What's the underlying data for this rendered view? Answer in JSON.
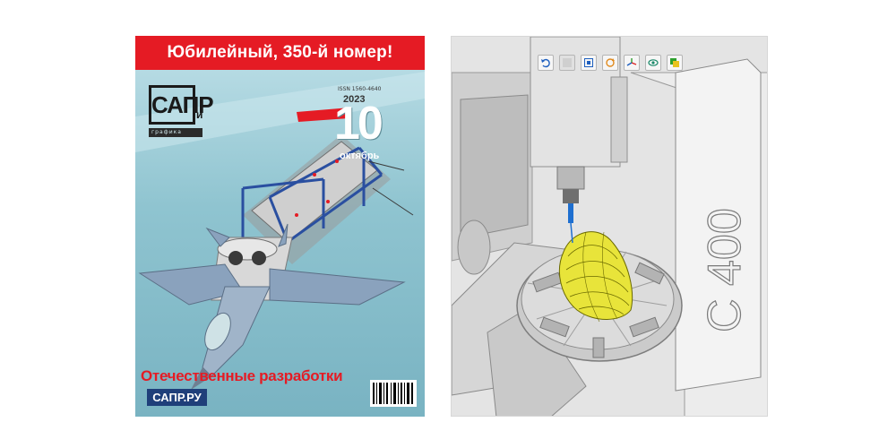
{
  "cover": {
    "banner": "Юбилейный, 350-й номер!",
    "logo_main": "САПР",
    "logo_i": "и",
    "logo_sub": "графика",
    "issn": "ISSN 1560-4640",
    "year": "2023",
    "issue_number": "10",
    "month": "октябрь",
    "headline": "Отечественные разработки",
    "site": "САПР.РУ",
    "colors": {
      "banner": "#e51b24",
      "headline": "#e51b24",
      "site_bg": "#1f3f7a"
    }
  },
  "viewport": {
    "machine_label": "C 400",
    "toolbar": [
      {
        "icon": "undo-icon"
      },
      {
        "icon": "blank-icon"
      },
      {
        "icon": "zoom-fit-icon"
      },
      {
        "icon": "rotate-icon"
      },
      {
        "icon": "axes-icon"
      },
      {
        "icon": "eye-icon"
      },
      {
        "icon": "layers-icon"
      }
    ],
    "colors": {
      "part": "#e8e43a",
      "toolpath": "#1e6fd0",
      "machine": "#d4d4d4"
    }
  }
}
